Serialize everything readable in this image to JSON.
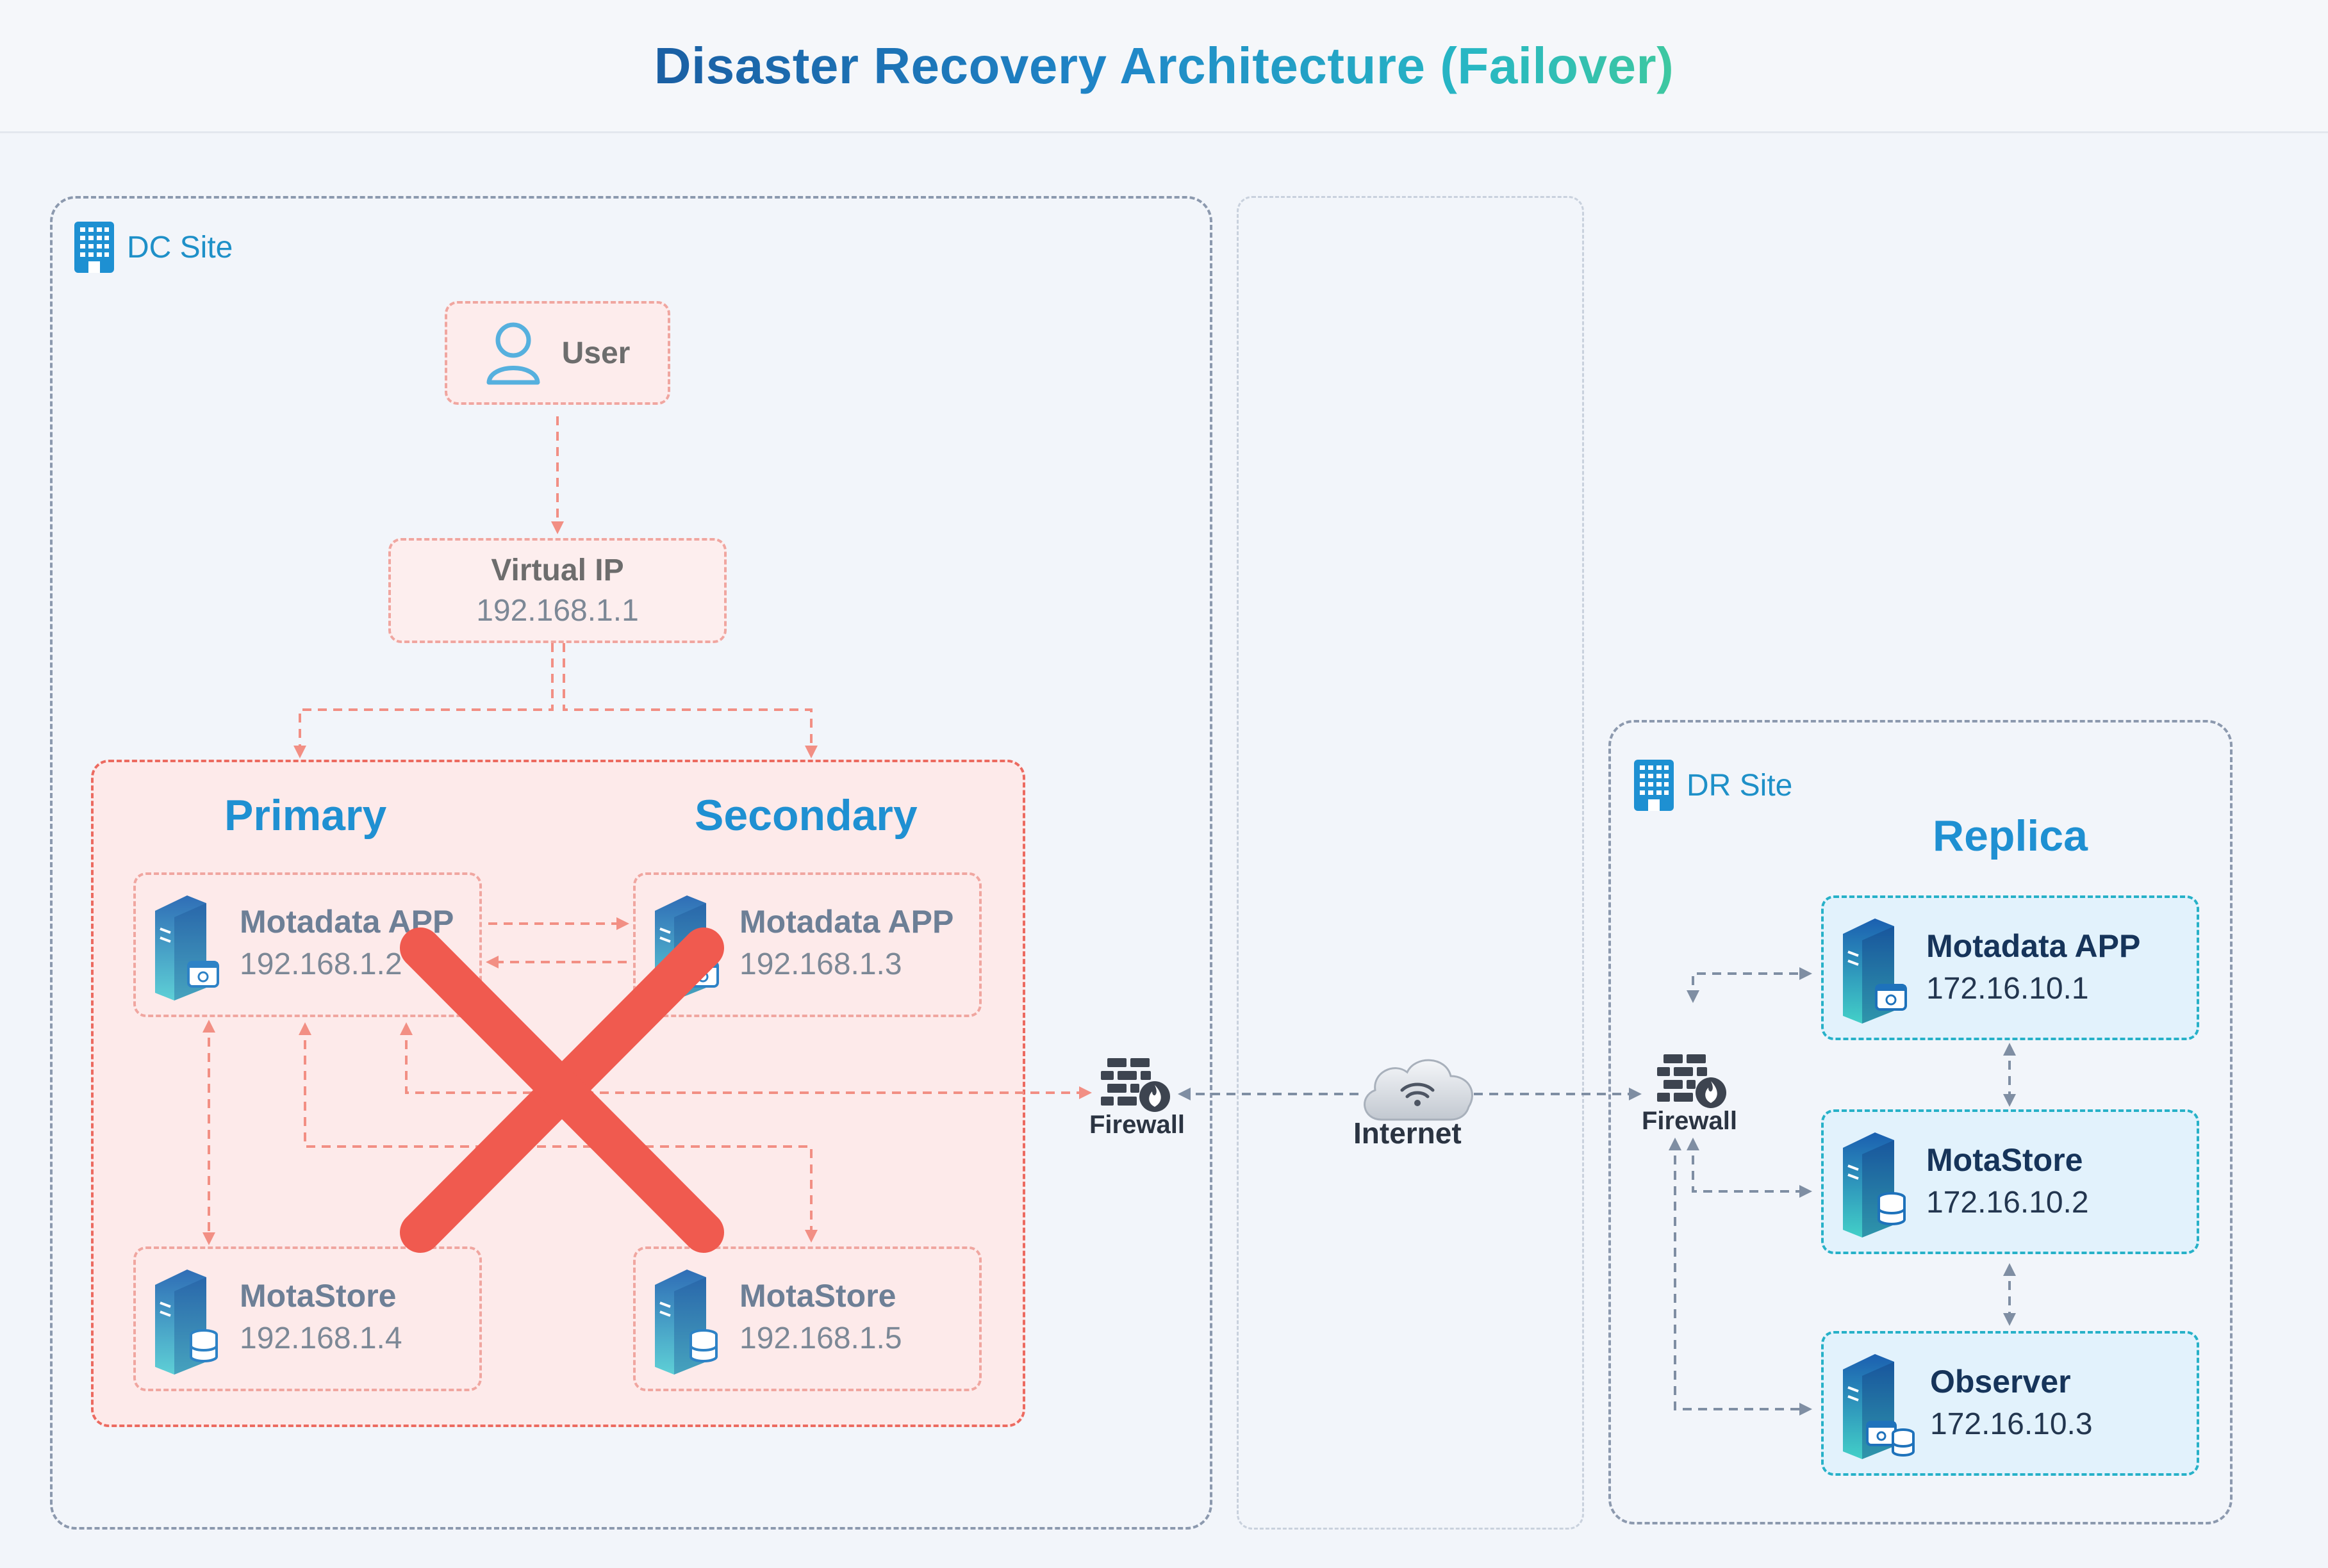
{
  "title": {
    "part1": "Disaster Recovery Architecture",
    "part2": "(Failover)"
  },
  "dc_site": {
    "label": "DC Site",
    "icon": "building-icon"
  },
  "dr_site": {
    "label": "DR Site",
    "icon": "building-icon"
  },
  "user": {
    "label": "User",
    "icon": "user-icon"
  },
  "virtual_ip": {
    "label": "Virtual IP",
    "ip": "192.168.1.1"
  },
  "primary": {
    "heading": "Primary",
    "app": {
      "label": "Motadata APP",
      "ip": "192.168.1.2",
      "icon": "app-server-icon"
    },
    "store": {
      "label": "MotaStore",
      "ip": "192.168.1.4",
      "icon": "database-server-icon"
    }
  },
  "secondary": {
    "heading": "Secondary",
    "app": {
      "label": "Motadata APP",
      "ip": "192.168.1.3",
      "icon": "app-server-icon"
    },
    "store": {
      "label": "MotaStore",
      "ip": "192.168.1.5",
      "icon": "database-server-icon"
    }
  },
  "dc_firewall": {
    "label": "Firewall",
    "icon": "firewall-icon"
  },
  "internet": {
    "label": "Internet",
    "icon": "cloud-icon"
  },
  "dr_firewall": {
    "label": "Firewall",
    "icon": "firewall-icon"
  },
  "replica": {
    "heading": "Replica",
    "app": {
      "label": "Motadata APP",
      "ip": "172.16.10.1",
      "icon": "app-server-icon"
    },
    "store": {
      "label": "MotaStore",
      "ip": "172.16.10.2",
      "icon": "database-server-icon"
    },
    "observer": {
      "label": "Observer",
      "ip": "172.16.10.3",
      "icon": "observer-server-icon"
    }
  },
  "failure_mark": {
    "icon": "failure-x-icon",
    "color": "#f05a4f"
  },
  "colors": {
    "dc_link": "#f28f84",
    "dr_link": "#7f8ea3",
    "red_node_fill": "#fdeaea",
    "blue_node_fill": "#e2f2fc",
    "accent": "#1f90d2"
  }
}
